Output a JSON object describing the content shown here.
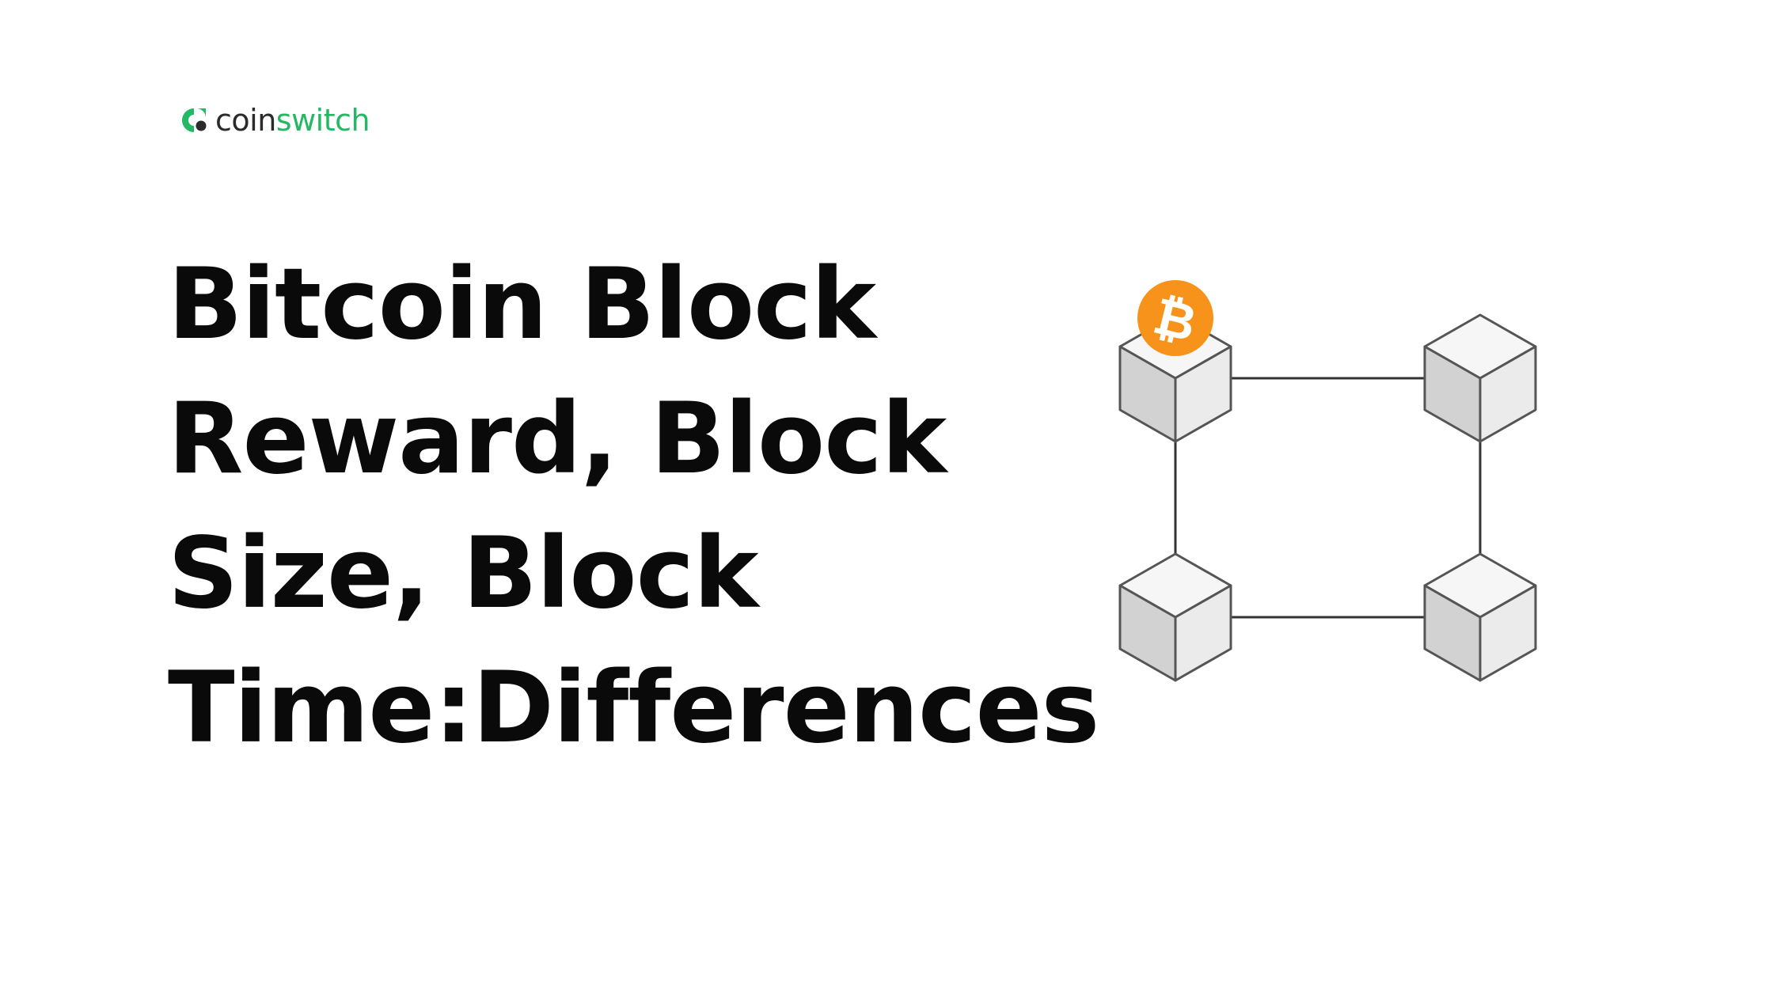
{
  "brand": {
    "name_part1": "coin",
    "name_part2": "switch",
    "primary_color": "#25b864",
    "text_color": "#2b2b2b"
  },
  "headline": {
    "lines": [
      "Bitcoin Block",
      "Reward, Block",
      "Size, Block",
      "Time:Differences"
    ]
  },
  "illustration": {
    "block_count": 4,
    "coin_color": "#f7931a",
    "coin_symbol": "₿",
    "cube_colors": {
      "top": "#f6f6f6",
      "left": "#d2d2d2",
      "right": "#ebebeb",
      "stroke": "#555555"
    }
  }
}
